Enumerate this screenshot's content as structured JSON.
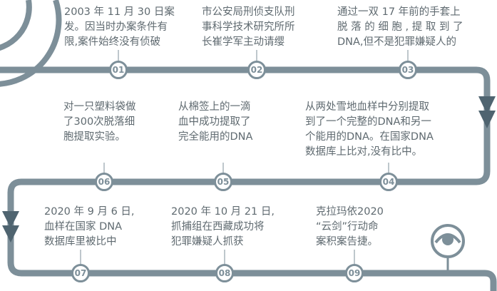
{
  "colors": {
    "track": "#7d8f99",
    "arrow": "#4f6470",
    "text": "#5f6a70"
  },
  "steps": [
    {
      "num": "01",
      "text": "2003 年 11 月 30 日案\n发。因当时办案条件有\n限,案件始终没有侦破"
    },
    {
      "num": "02",
      "text": "市公安局刑侦支队刑\n事科学技术研究所所\n长崔学军主动请缨"
    },
    {
      "num": "03",
      "text": "通过一双 17 年前的手套上\n脱 落 的 细 胞 , 提 取 到 了\nDNA,但不是犯罪嫌疑人的"
    },
    {
      "num": "04",
      "text": "从两处雪地血样中分别提取\n到了一个完整的DNA和另一\n个能用的DNA。在国家DNA\n数据库上比对,没有比中。"
    },
    {
      "num": "05",
      "text": "从棉签上的一滴\n血中成功提取了\n完全能用的DNA"
    },
    {
      "num": "06",
      "text": "对一只塑料袋做\n了300次脱落细\n胞提取实验。"
    },
    {
      "num": "07",
      "text": "2020 年 9 月 6 日,\n血样在国家 DNA\n数据库里被比中"
    },
    {
      "num": "08",
      "text": "2020 年 10 月 21 日,\n抓捕组在西藏成功将\n犯罪嫌疑人抓获"
    },
    {
      "num": "09",
      "text": "克拉玛依2020\n“云剑”行动命\n案积案告捷。"
    }
  ]
}
